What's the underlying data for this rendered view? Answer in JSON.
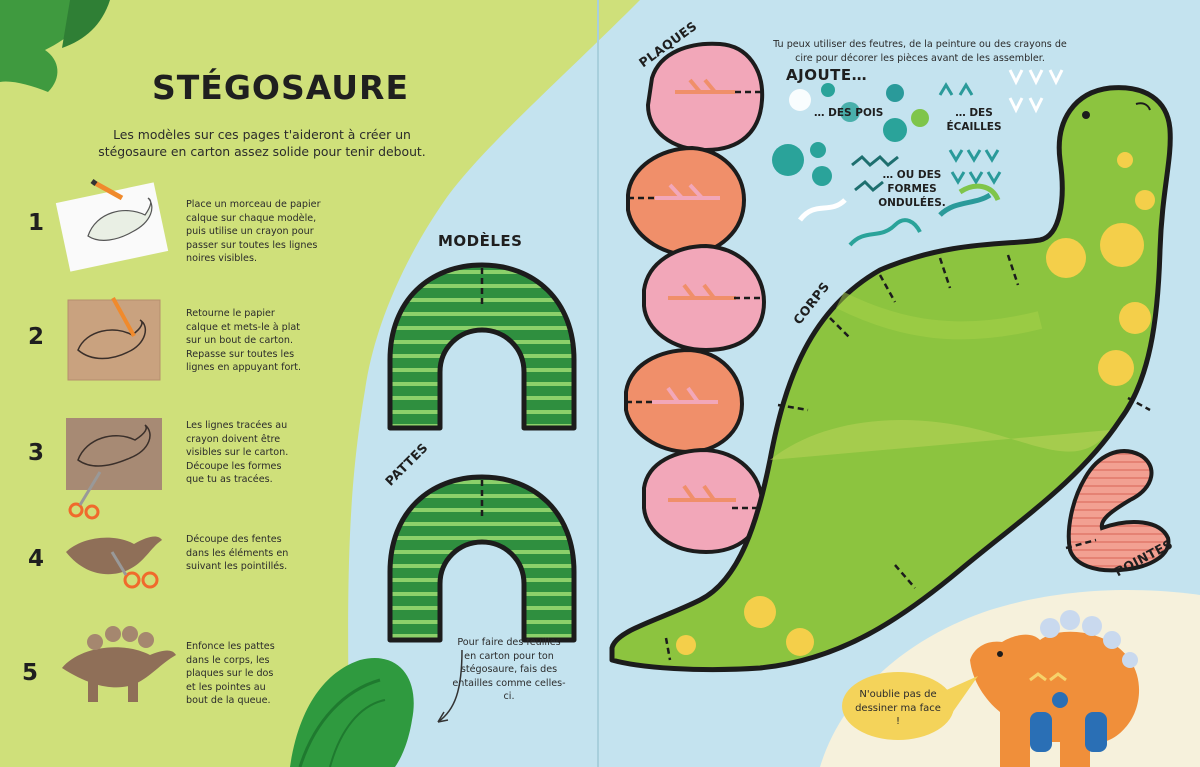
{
  "title": "STÉGOSAURE",
  "intro": "Les modèles sur ces pages t'aideront à créer un stégosaure en carton assez solide pour tenir debout.",
  "steps": [
    {
      "number": "1",
      "text": "Place un morceau de papier calque sur chaque modèle, puis utilise un crayon pour passer sur toutes les lignes noires visibles."
    },
    {
      "number": "2",
      "text": "Retourne le papier calque et mets-le à plat sur un bout de carton. Repasse sur toutes les lignes en appuyant fort."
    },
    {
      "number": "3",
      "text": "Les lignes tracées au crayon doivent être visibles sur le carton. Découpe les formes que tu as tracées."
    },
    {
      "number": "4",
      "text": "Découpe des fentes dans les éléments en suivant les pointillés."
    },
    {
      "number": "5",
      "text": "Enfonce les pattes dans le corps, les plaques sur le dos et les pointes au bout de la queue."
    }
  ],
  "modeles_heading": "MODÈLES",
  "pattes_label": "PATTES",
  "slits_note": "Pour faire des feuilles en carton pour ton stégosaure, fais des entailles comme celles-ci.",
  "plaques_label": "PLAQUES",
  "corps_label": "CORPS",
  "pointes_label": "POINTES",
  "decorate_note": "Tu peux utiliser des feutres, de la peinture ou des crayons de cire pour décorer les pièces avant de les assembler.",
  "ajoute": "AJOUTE…",
  "des_pois": "… DES POIS",
  "des_ecailles": "… DES ÉCAILLES",
  "formes_ondulees": "… OU DES FORMES ONDULÉES.",
  "speech": "N'oublie pas de dessiner ma face !",
  "colors": {
    "left_page": "#cfe07a",
    "right_page": "#bfe0ee",
    "legs_green": "#3d9a4a",
    "plate_pink": "#f2a7b9",
    "plate_orange": "#ef8f6a",
    "body_green": "#8cc43f",
    "spot_yellow": "#f4cf4a"
  }
}
